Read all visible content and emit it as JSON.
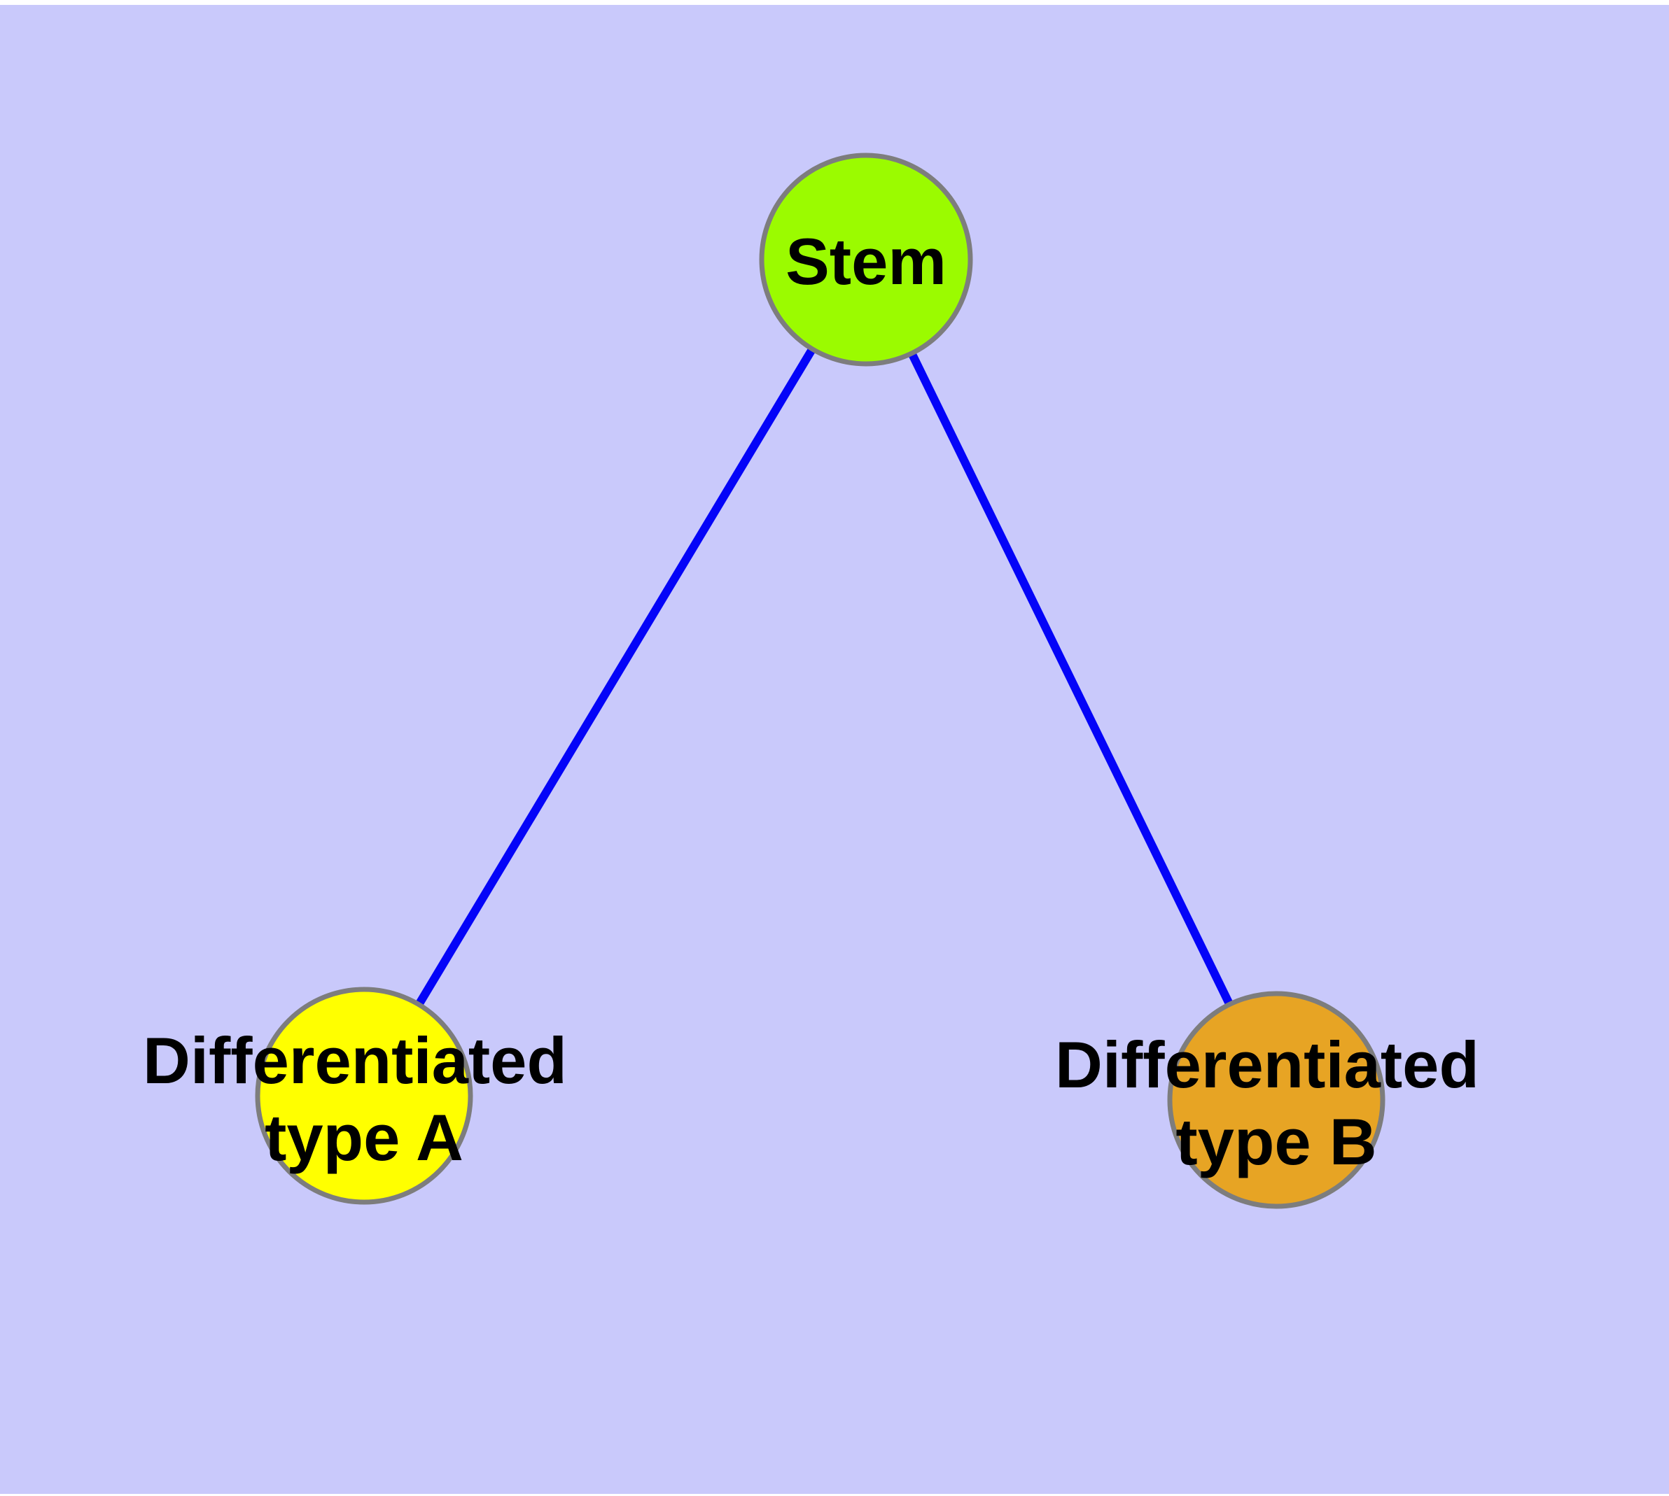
{
  "style": {
    "frame_color": "#FFFFFF",
    "background_color": "#C9C9FB",
    "edge_color": "#0404F8",
    "node_border_color": "#7D7D7D",
    "label_color": "#000000"
  },
  "nodes": [
    {
      "id": "stem",
      "label": "Stem",
      "color": "#9BFB00"
    },
    {
      "id": "differentiated-type-a",
      "label_line1": "Differentiated",
      "label_line2": "type A",
      "color": "#FFFF00"
    },
    {
      "id": "differentiated-type-b",
      "label_line1": "Differentiated",
      "label_line2": "type B",
      "color": "#E7A424"
    }
  ],
  "edges": [
    {
      "from": "Stem",
      "to": "Differentiated type A"
    },
    {
      "from": "Stem",
      "to": "Differentiated type B"
    }
  ]
}
